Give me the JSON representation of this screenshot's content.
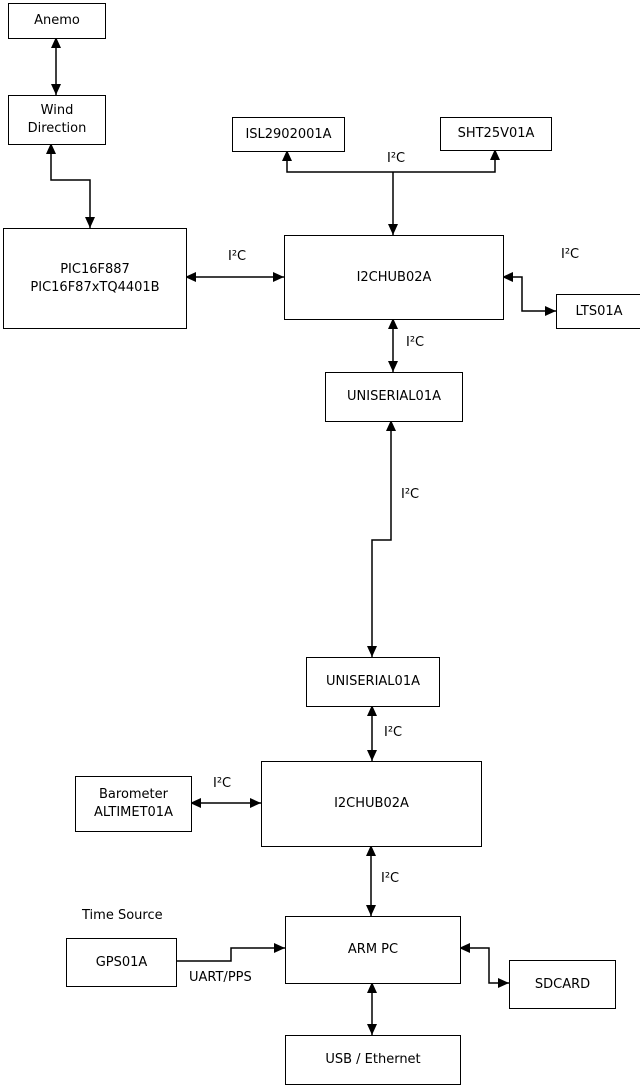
{
  "diagram": {
    "background_color": "#ffffff",
    "line_color": "#000000"
  },
  "nodes": {
    "anemo": {
      "label": "Anemo"
    },
    "wind_direction": {
      "label": "Wind\nDirection"
    },
    "pic": {
      "label": "PIC16F887\nPIC16F87xTQ4401B"
    },
    "isl": {
      "label": "ISL2902001A"
    },
    "sht": {
      "label": "SHT25V01A"
    },
    "i2chub_top": {
      "label": "I2CHUB02A"
    },
    "lts": {
      "label": "LTS01A"
    },
    "uniserial_top": {
      "label": "UNISERIAL01A"
    },
    "uniserial_bottom": {
      "label": "UNISERIAL01A"
    },
    "i2chub_bottom": {
      "label": "I2CHUB02A"
    },
    "barometer": {
      "label": "Barometer\nALTIMET01A"
    },
    "arm_pc": {
      "label": "ARM PC"
    },
    "gps": {
      "label": "GPS01A"
    },
    "sdcard": {
      "label": "SDCARD"
    },
    "usb_ethernet": {
      "label": "USB / Ethernet"
    }
  },
  "labels": {
    "i2c": "I²C",
    "uart_pps": "UART/PPS",
    "time_source": "Time Source"
  }
}
